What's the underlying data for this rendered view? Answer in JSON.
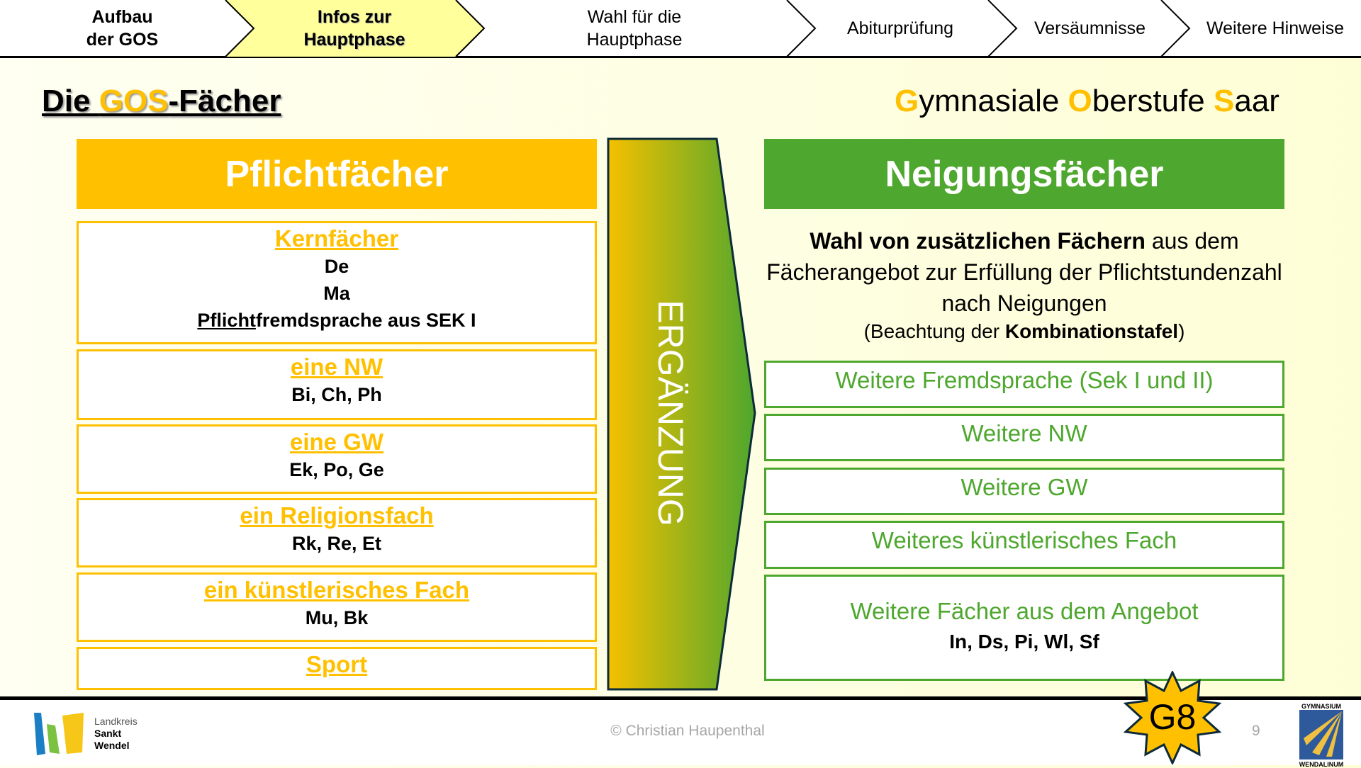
{
  "nav": {
    "items": [
      {
        "label": "Aufbau der GOS",
        "line1": "Aufbau",
        "line2": "der GOS"
      },
      {
        "label": "Infos zur Hauptphase",
        "line1": "Infos zur",
        "line2": "Hauptphase",
        "active": true
      },
      {
        "label": "Wahl für die Hauptphase",
        "line1": "Wahl für die",
        "line2": "Hauptphase"
      },
      {
        "label": "Abiturprüfung"
      },
      {
        "label": "Versäumnisse"
      },
      {
        "label": "Weitere Hinweise"
      }
    ]
  },
  "title": {
    "pre": "Die ",
    "accent": "GOS",
    "post": "-Fächer"
  },
  "subtitle": {
    "g": "G",
    "p1": "ymnasiale ",
    "o": "O",
    "p2": "berstufe ",
    "s": "S",
    "p3": "aar"
  },
  "left": {
    "header": "Pflichtfächer",
    "boxes": [
      {
        "title": "Kernfächer",
        "items": [
          "De",
          "Ma"
        ],
        "last_underlined": "Pflicht",
        "last_rest": "fremdsprache aus SEK I"
      },
      {
        "title": "eine NW",
        "items": [
          "Bi, Ch, Ph"
        ]
      },
      {
        "title": "eine GW",
        "items": [
          "Ek, Po, Ge"
        ]
      },
      {
        "title": "ein Religionsfach",
        "items": [
          "Rk, Re, Et"
        ]
      },
      {
        "title": "ein künstlerisches Fach",
        "items": [
          "Mu, Bk"
        ]
      },
      {
        "title": "Sport"
      }
    ]
  },
  "arrow": {
    "label": "ERGÄNZUNG"
  },
  "right": {
    "header": "Neigungsfächer",
    "intro_bold": "Wahl von zusätzlichen Fächern",
    "intro_rest": " aus dem Fächerangebot zur Erfüllung der Pflichtstundenzahl nach Neigungen",
    "note_pre": "(Beachtung der ",
    "note_bold": "Kombinationstafel",
    "note_post": ")",
    "boxes": [
      "Weitere Fremdsprache (Sek I und II)",
      "Weitere NW",
      "Weitere GW",
      "Weiteres künstlerisches Fach"
    ],
    "last_box": {
      "title": "Weitere Fächer aus dem Angebot",
      "items": "In, Ds, Pi, Wl, Sf"
    }
  },
  "footer": {
    "logo_left": [
      "Landkreis",
      "Sankt",
      "Wendel"
    ],
    "copyright": "© Christian Haupenthal",
    "badge": "G8",
    "page": "9",
    "logo_right": [
      "GYMNASIUM",
      "WENDALINUM"
    ]
  },
  "colors": {
    "yellow": "#ffc000",
    "green": "#4ea72e",
    "active_nav": "#ffff9c"
  }
}
